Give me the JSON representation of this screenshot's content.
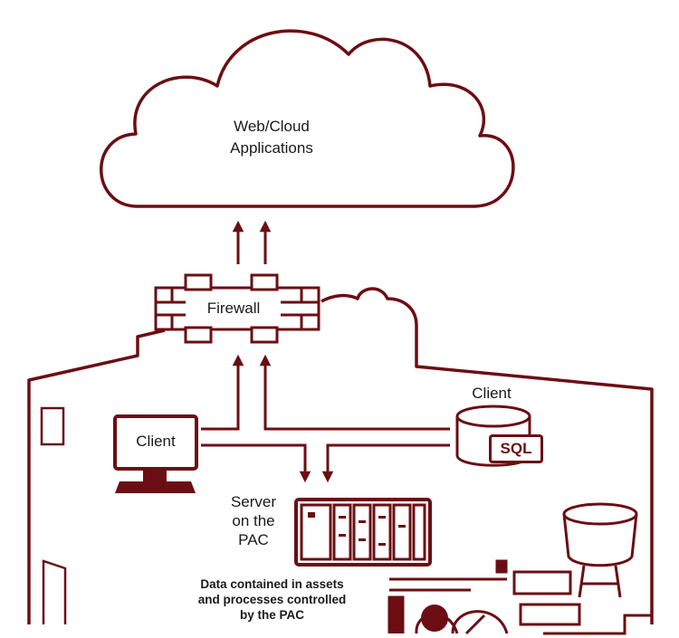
{
  "cloud": {
    "label": "Web/Cloud\nApplications"
  },
  "firewall": {
    "label": "Firewall"
  },
  "client_left": {
    "label": "Client"
  },
  "client_right": {
    "label": "Client",
    "db_label": "SQL"
  },
  "server": {
    "label": "Server\non the\nPAC"
  },
  "data": {
    "label": "Data contained in assets\nand processes controlled\nby the PAC"
  },
  "colors": {
    "accent": "#6b0e13",
    "text": "#1a1a1a",
    "background": "#ffffff"
  }
}
